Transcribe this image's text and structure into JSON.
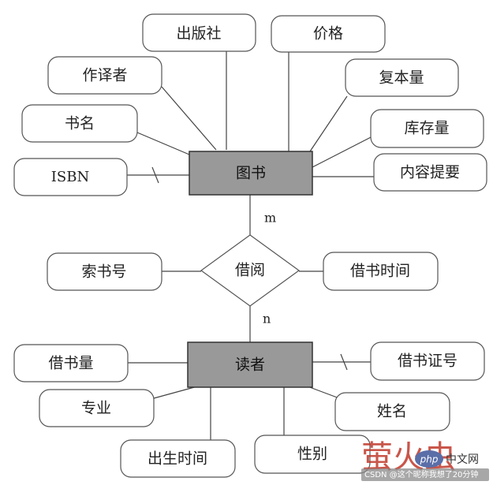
{
  "entities": {
    "book": "图书",
    "reader": "读者"
  },
  "relationship": {
    "borrow": "借阅"
  },
  "cardinality": {
    "book_side": "m",
    "reader_side": "n"
  },
  "book_attributes": {
    "publisher": "出版社",
    "price": "价格",
    "translator": "作译者",
    "copies": "复本量",
    "title": "书名",
    "stock": "库存量",
    "isbn": "ISBN",
    "summary": "内容提要"
  },
  "borrow_attributes": {
    "call_number": "索书号",
    "borrow_time": "借书时间"
  },
  "reader_attributes": {
    "borrow_count": "借书量",
    "card_number": "借书证号",
    "major": "专业",
    "name": "姓名",
    "birth_date": "出生时间",
    "gender": "性别"
  },
  "watermarks": {
    "big": "萤火虫",
    "php_badge": "php",
    "cn_site": "中文网",
    "csdn": "CSDN @这个昵称我想了20分钟"
  }
}
